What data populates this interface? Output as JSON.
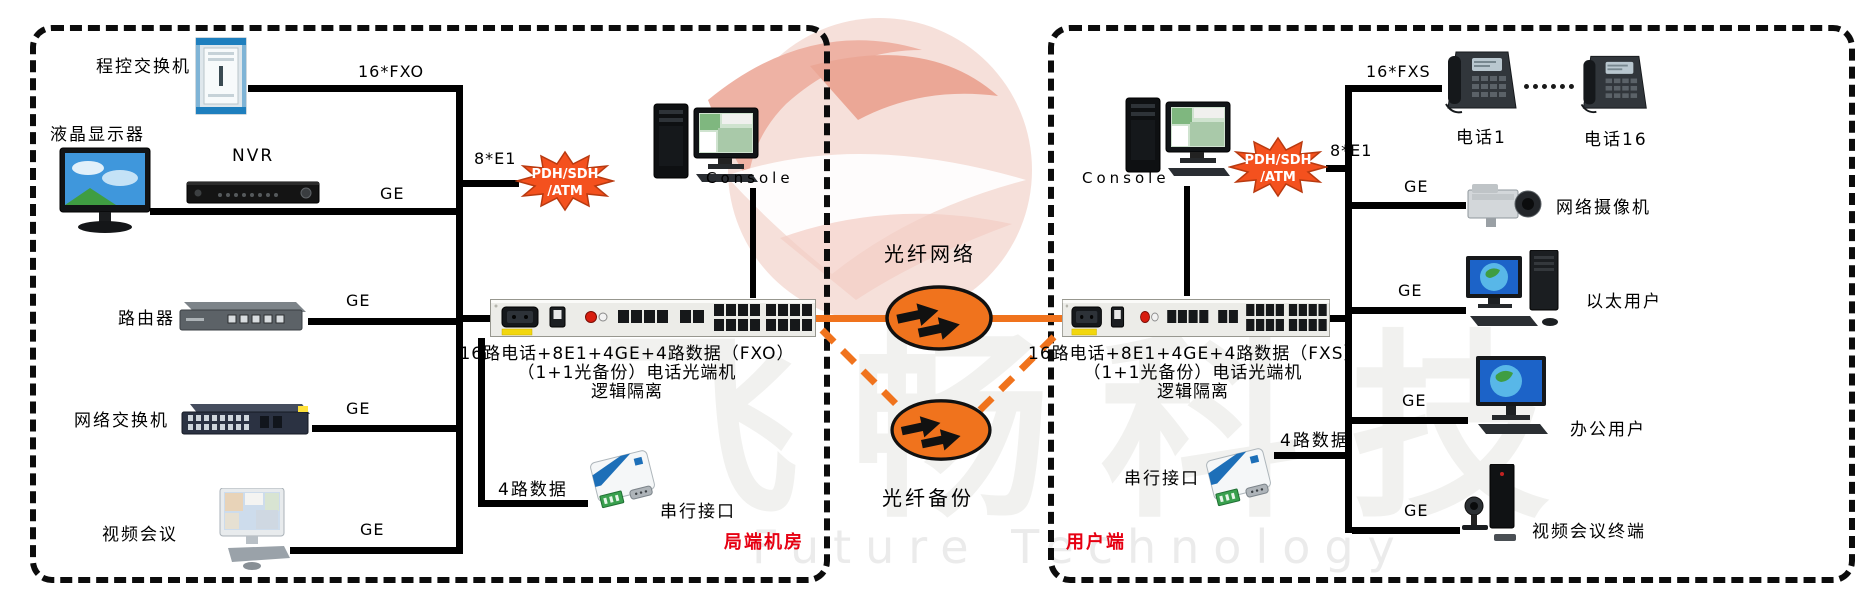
{
  "left": {
    "region_label": "局端机房",
    "pbx_label": "程控交换机",
    "fxo_label": "16*FXO",
    "lcd_label": "液晶显示器",
    "nvr_label": "NVR",
    "nvr_ge": "GE",
    "router_label": "路由器",
    "router_ge": "GE",
    "switch_label": "网络交换机",
    "switch_ge": "GE",
    "videoconf_label": "视频会议",
    "videoconf_ge": "GE",
    "e1_label": "8*E1",
    "burst_line1": "PDH/SDH",
    "burst_line2": "/ATM",
    "console_label": "Console",
    "rack_caption": {
      "line1": "16路电话+8E1+4GE+4路数据（FXO）",
      "line2": "（1+1光备份）电话光端机",
      "line3": "逻辑隔离"
    },
    "data4_label": "4路数据",
    "serial_label": "串行接口"
  },
  "center": {
    "fiber_main_label": "光纤网络",
    "fiber_backup_label": "光纤备份"
  },
  "right": {
    "region_label": "用户端",
    "fxs_label": "16*FXS",
    "phone1_label": "电话1",
    "phone16_label": "电话16",
    "e1_label": "8*E1",
    "burst_line1": "PDH/SDH",
    "burst_line2": "/ATM",
    "console_label": "Console",
    "rack_caption": {
      "line1": "16路电话+8E1+4GE+4路数据（FXS）",
      "line2": "（1+1光备份）电话光端机",
      "line3": "逻辑隔离"
    },
    "camera_label": "网络摄像机",
    "camera_ge": "GE",
    "ethernet_label": "以太用户",
    "ethernet_ge": "GE",
    "office_label": "办公用户",
    "office_ge": "GE",
    "vcterm_label": "视频会议终端",
    "vcterm_ge": "GE",
    "serial_label": "串行接口",
    "data4_label": "4路数据"
  },
  "watermark": {
    "cn": "飞畅科技",
    "en": "Future Technology"
  },
  "colors": {
    "fiber_orange": "#f0731d",
    "burst_red": "#f4511e",
    "region_red": "#e60012"
  }
}
